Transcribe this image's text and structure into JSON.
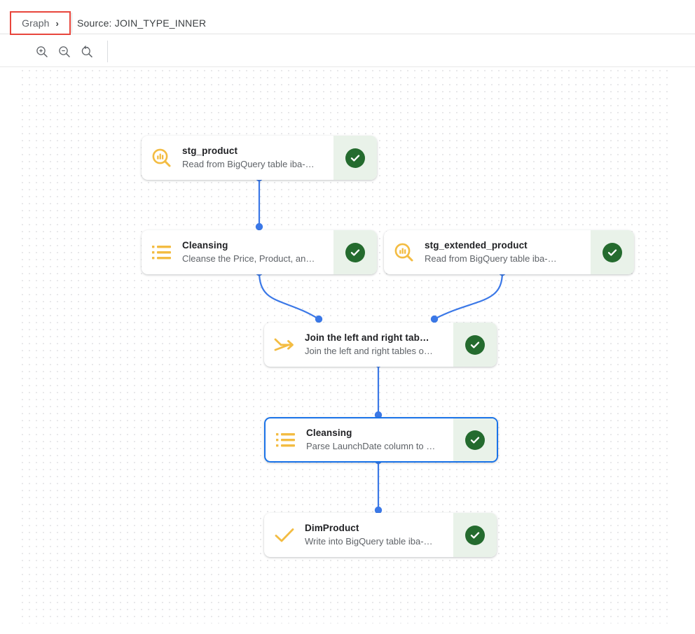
{
  "header": {
    "breadcrumb_label": "Graph",
    "breadcrumb_chevron": "›",
    "source_text": "Source: JOIN_TYPE_INNER",
    "highlight_color": "#e8453c"
  },
  "toolbar": {
    "zoom_in_name": "zoom-in",
    "zoom_out_name": "zoom-out",
    "zoom_reset_name": "zoom-reset"
  },
  "graph": {
    "accent_icon_color": "#f3bc42",
    "edge_color": "#3b78e7",
    "status_color": "#246b2e",
    "status_panel_color": "#e9f2e9",
    "selection_color": "#1a73e8",
    "nodes": [
      {
        "id": "stg_product",
        "title": "stg_product",
        "subtitle": "Read from BigQuery table iba-…",
        "icon": "bigquery-search-icon",
        "status": "success",
        "selected": false
      },
      {
        "id": "cleansing_1",
        "title": "Cleansing",
        "subtitle": "Cleanse the Price, Product, an…",
        "icon": "list-icon",
        "status": "success",
        "selected": false
      },
      {
        "id": "stg_extended_product",
        "title": "stg_extended_product",
        "subtitle": "Read from BigQuery table iba-…",
        "icon": "bigquery-search-icon",
        "status": "success",
        "selected": false
      },
      {
        "id": "join",
        "title": "Join the left and right tab…",
        "subtitle": "Join the left and right tables o…",
        "icon": "join-arrow-icon",
        "status": "success",
        "selected": false
      },
      {
        "id": "cleansing_2",
        "title": "Cleansing",
        "subtitle": "Parse LaunchDate column to …",
        "icon": "list-icon",
        "status": "success",
        "selected": true
      },
      {
        "id": "dimproduct",
        "title": "DimProduct",
        "subtitle": "Write into BigQuery table iba-…",
        "icon": "check-icon",
        "status": "success",
        "selected": false
      }
    ]
  }
}
